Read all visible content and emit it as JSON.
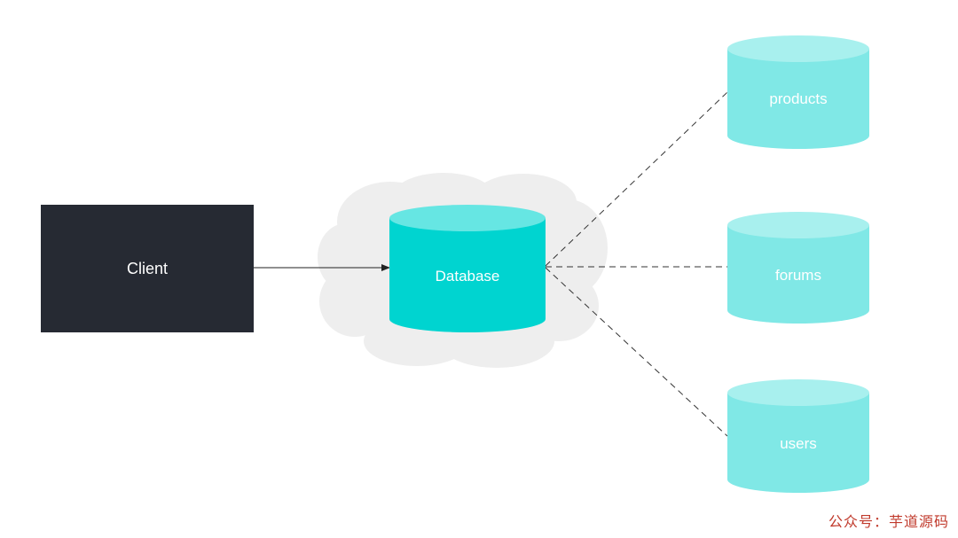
{
  "diagram": {
    "client": {
      "label": "Client"
    },
    "database": {
      "label": "Database"
    },
    "shards": [
      {
        "label": "products"
      },
      {
        "label": "forums"
      },
      {
        "label": "users"
      }
    ]
  },
  "watermark": {
    "text": "公众号：芋道源码"
  },
  "colors": {
    "client_fill": "#262a33",
    "database_fill": "#00d4d0",
    "database_top": "#66e6e3",
    "shard_fill": "#80e8e6",
    "shard_top": "#a8f0ee",
    "cloud_fill": "#eeeeee",
    "watermark": "#c0392b"
  }
}
